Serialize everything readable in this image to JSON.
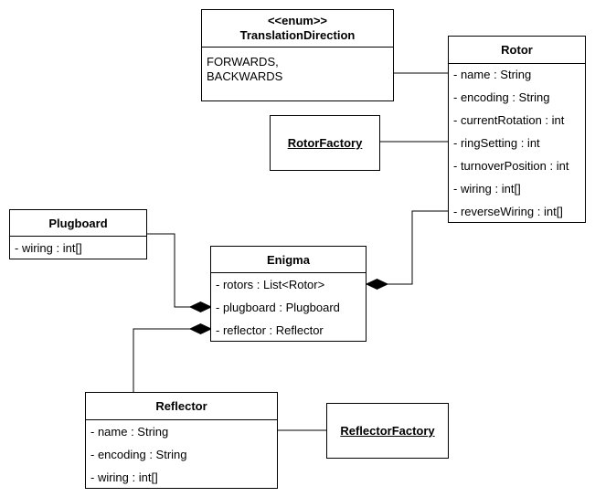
{
  "translation_direction": {
    "stereotype": "<<enum>>",
    "name": "TranslationDirection",
    "values": [
      "FORWARDS,",
      "BACKWARDS"
    ]
  },
  "rotor": {
    "name": "Rotor",
    "attributes": [
      "- name : String",
      "- encoding : String",
      "- currentRotation : int",
      "- ringSetting : int",
      "- turnoverPosition : int",
      "- wiring : int[]",
      "- reverseWiring : int[]"
    ]
  },
  "rotor_factory": {
    "name": "RotorFactory"
  },
  "plugboard": {
    "name": "Plugboard",
    "attributes": [
      "- wiring : int[]"
    ]
  },
  "enigma": {
    "name": "Enigma",
    "attributes": [
      "- rotors : List<Rotor>",
      "- plugboard : Plugboard",
      "- reflector : Reflector"
    ]
  },
  "reflector": {
    "name": "Reflector",
    "attributes": [
      "- name : String",
      "- encoding : String",
      "- wiring : int[]"
    ]
  },
  "reflector_factory": {
    "name": "ReflectorFactory"
  }
}
